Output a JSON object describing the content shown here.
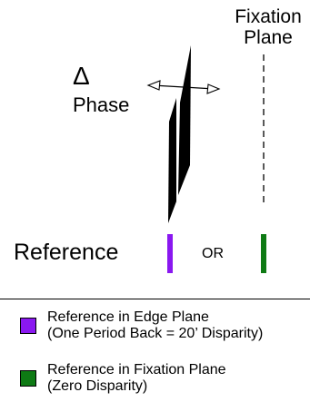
{
  "fixation_plane": {
    "line1": "Fixation",
    "line2": "Plane"
  },
  "phase_label": {
    "symbol": "Δ",
    "text": "Phase"
  },
  "reference_label": "Reference",
  "or_label": "OR",
  "legend": [
    {
      "line1": "Reference in Edge Plane",
      "line2": "(One Period Back = 20’ Disparity)",
      "color": "#8a18f0"
    },
    {
      "line1": "Reference in Fixation Plane",
      "line2": "(Zero Disparity)",
      "color": "#0e7a14"
    }
  ],
  "colors": {
    "edge_reference": "#8a18f0",
    "fixation_reference": "#0e7a14",
    "stimulus": "#000000"
  }
}
